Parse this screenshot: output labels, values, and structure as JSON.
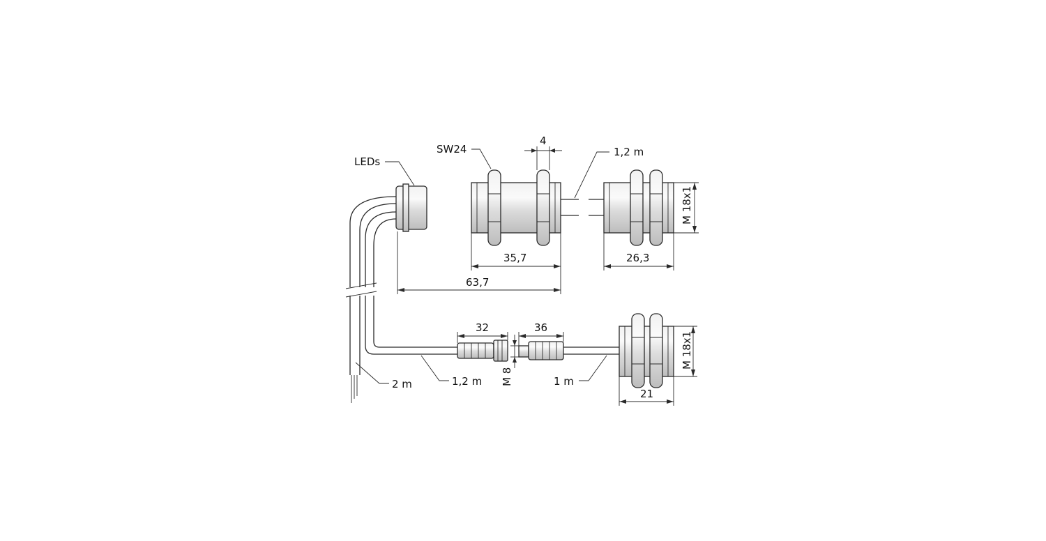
{
  "labels": {
    "leds": "LEDs",
    "wrench": "SW24",
    "nut_width": "4",
    "cable_top": "1,2 m",
    "thread_top": "M 18x1",
    "body_len": "35,7",
    "receiver_len": "26,3",
    "total_len": "63,7",
    "conn_male": "32",
    "conn_female": "36",
    "conn_thread": "M 8",
    "cable_main": "2 m",
    "cable_pigtail": "1,2 m",
    "cable_bottom": "1 m",
    "thread_bottom": "M 18x1",
    "bottom_len": "21"
  }
}
